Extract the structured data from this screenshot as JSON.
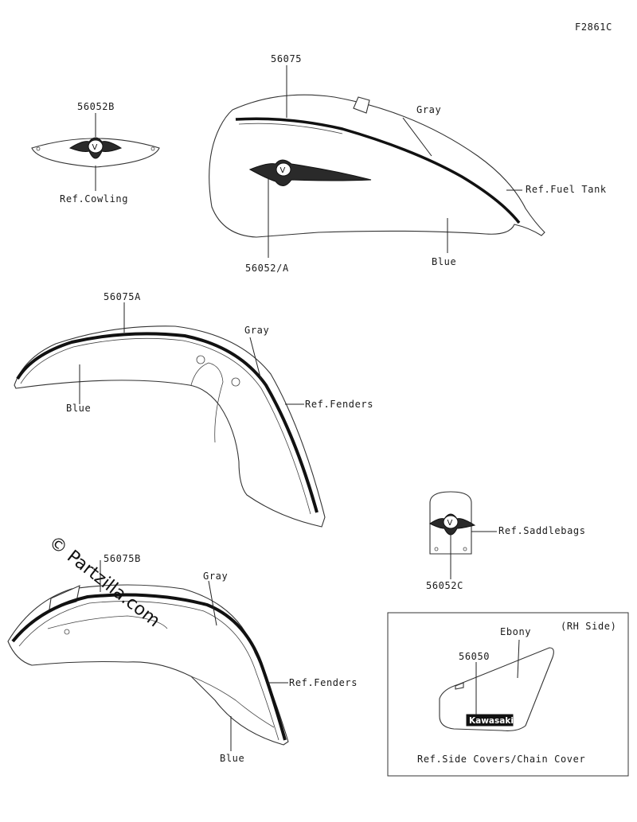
{
  "figure_code": "F2861C",
  "watermark": "© Partzilla.com",
  "labels": {
    "p56075": "56075",
    "gray_tank": "Gray",
    "ref_fuel_tank": "Ref.Fuel Tank",
    "blue_tank": "Blue",
    "p56052a": "56052/A",
    "p56052b": "56052B",
    "ref_cowling": "Ref.Cowling",
    "p56075a": "56075A",
    "gray_front": "Gray",
    "ref_fenders_front": "Ref.Fenders",
    "blue_front": "Blue",
    "ref_saddlebags": "Ref.Saddlebags",
    "p56052c": "56052C",
    "p56075b": "56075B",
    "gray_rear": "Gray",
    "ref_fenders_rear": "Ref.Fenders",
    "blue_rear": "Blue",
    "rh_side": "(RH Side)",
    "ebony": "Ebony",
    "p56050": "56050",
    "kawasaki": "Kawasaki",
    "ref_side_covers": "Ref.Side Covers/Chain Cover"
  }
}
